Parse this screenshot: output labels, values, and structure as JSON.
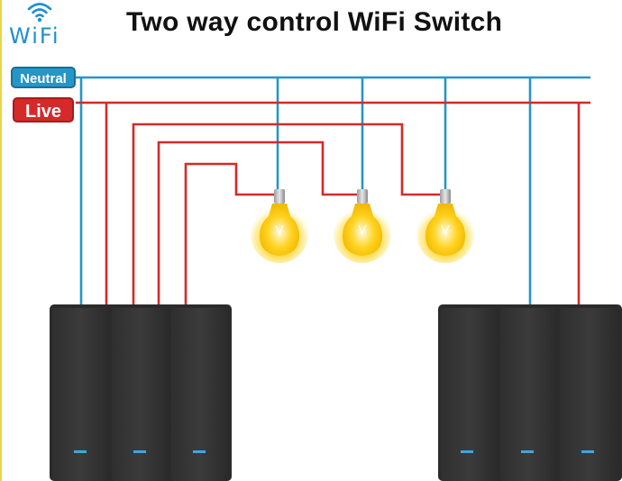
{
  "title": "Two way control WiFi Switch",
  "logo": {
    "text": "WiFi"
  },
  "labels": {
    "neutral": "Neutral",
    "live": "Live"
  },
  "colors": {
    "neutral_wire": "#2596c7",
    "live_wire": "#d42a2a",
    "bulb_glow": "#ffd21f",
    "switch_panel": "#3a3a3a",
    "indicator": "#3fa7e0"
  },
  "components": {
    "bulbs": 3,
    "switch_panels": [
      {
        "gangs": 3
      },
      {
        "gangs": 3
      }
    ]
  }
}
